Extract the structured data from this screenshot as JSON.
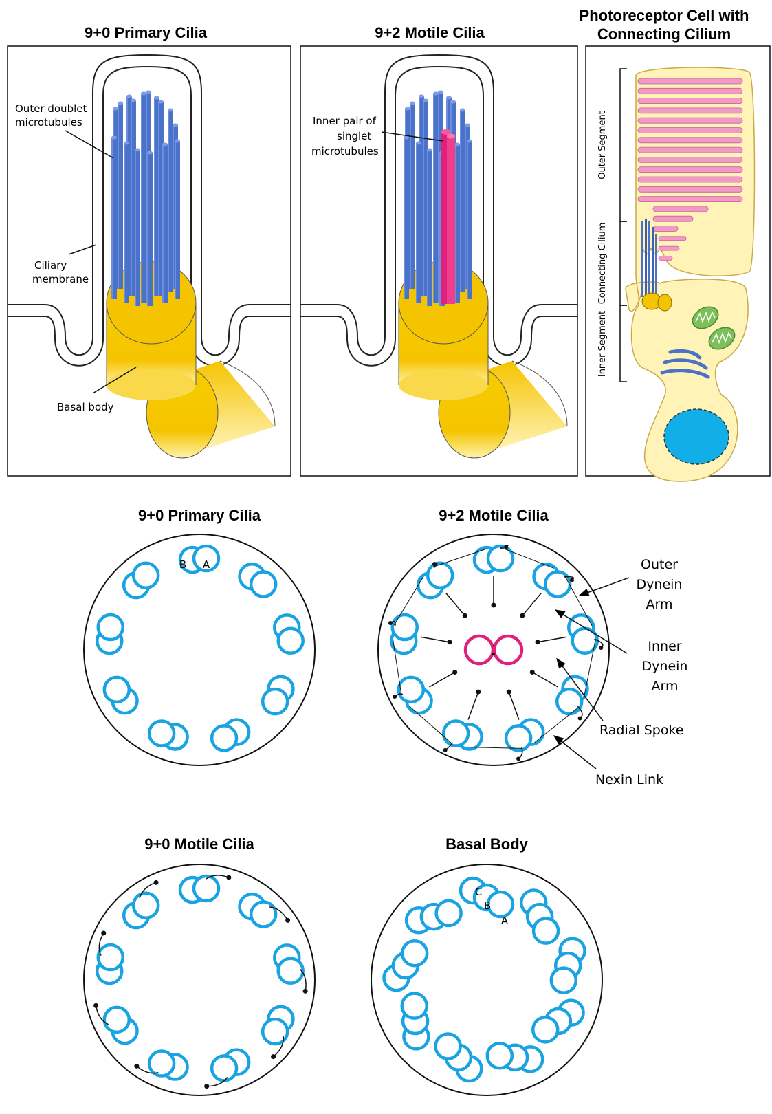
{
  "colors": {
    "microtubule": "#4a72c9",
    "doublet_ring": "#1aa3e3",
    "central_pair": "#e0207a",
    "basal_body": "#f5c400",
    "cell_fill": "#fff3b8",
    "disc": "#f29ac6",
    "nucleus": "#12aee8",
    "mitochondria": "#7cc05a"
  },
  "panels": {
    "primary_top": {
      "title": "9+0 Primary Cilia",
      "labels": {
        "outer_doublet": [
          "Outer doublet",
          "microtubules"
        ],
        "membrane": [
          "Ciliary",
          "membrane"
        ],
        "basal": "Basal body"
      }
    },
    "motile_top": {
      "title": "9+2 Motile Cilia",
      "labels": {
        "inner_pair": [
          "Inner pair of",
          "singlet",
          "microtubules"
        ]
      }
    },
    "photoreceptor": {
      "title": [
        "Photoreceptor Cell with",
        "Connecting Cilium"
      ],
      "segments": [
        "Outer Segment",
        "Connecting Cilium",
        "Inner Segment"
      ]
    }
  },
  "cross_sections": {
    "primary": {
      "title": "9+0 Primary Cilia",
      "doublet_labels": [
        "B",
        "A"
      ]
    },
    "motile92": {
      "title": "9+2 Motile Cilia",
      "callouts": [
        [
          "Outer",
          "Dynein",
          "Arm"
        ],
        [
          "Inner",
          "Dynein",
          "Arm"
        ],
        [
          "Radial Spoke"
        ],
        [
          "Nexin Link"
        ]
      ]
    },
    "motile90": {
      "title": "9+0 Motile Cilia"
    },
    "basal": {
      "title": "Basal Body",
      "triplet_labels": [
        "C",
        "B",
        "A"
      ]
    }
  }
}
